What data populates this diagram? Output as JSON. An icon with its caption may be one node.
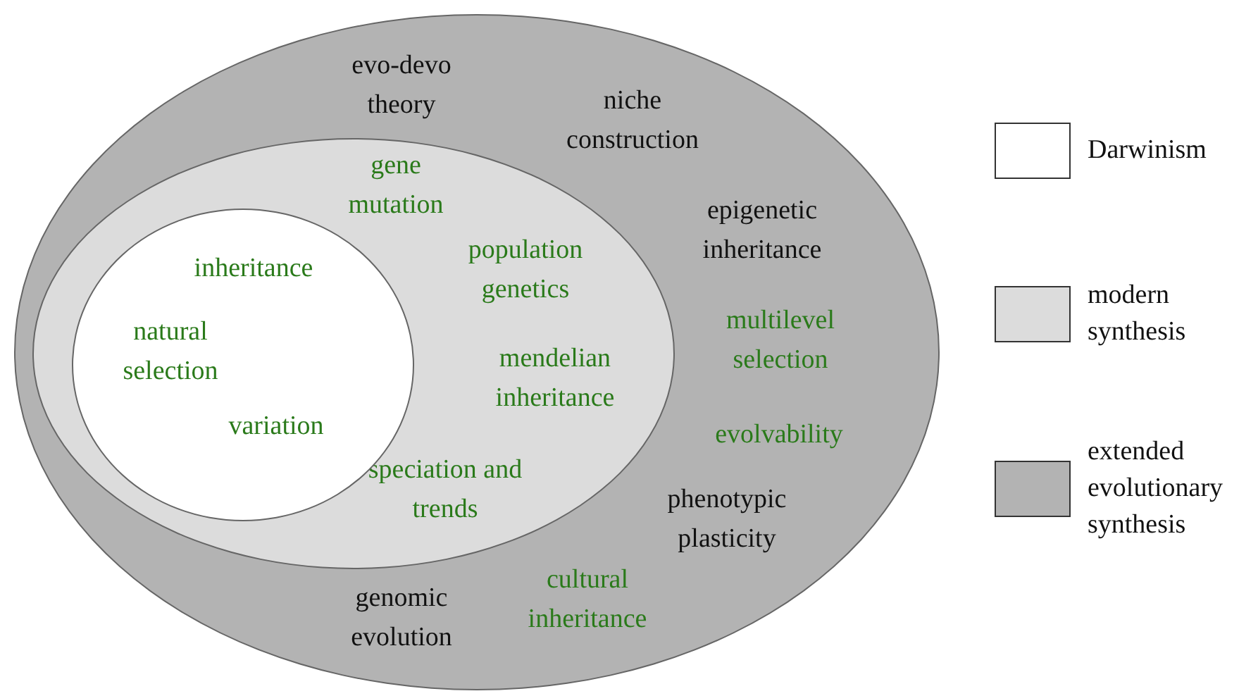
{
  "diagram": {
    "nodes": [
      {
        "text": [
          "evo-devo theory",
          "niche construction",
          "epigenetic inheritance",
          "multilevel selection",
          "evolvability",
          "phenotypic plasticity",
          "cultural inheritance",
          "genomic evolution"
        ]
      },
      {
        "text": [
          "gene mutation",
          "population genetics",
          "mendelian inheritance",
          "speciation and trends"
        ],
        "in": 0
      },
      {
        "text": [
          "inheritance",
          "natural selection",
          "variation"
        ],
        "in": 1
      }
    ],
    "legend": [
      {
        "text": "Darwinism",
        "color": "#ffffff"
      },
      {
        "text": "modern synthesis",
        "color": "#dcdcdc"
      },
      {
        "text": "extended evolutionary synthesis",
        "color": "#b3b3b3"
      }
    ]
  }
}
